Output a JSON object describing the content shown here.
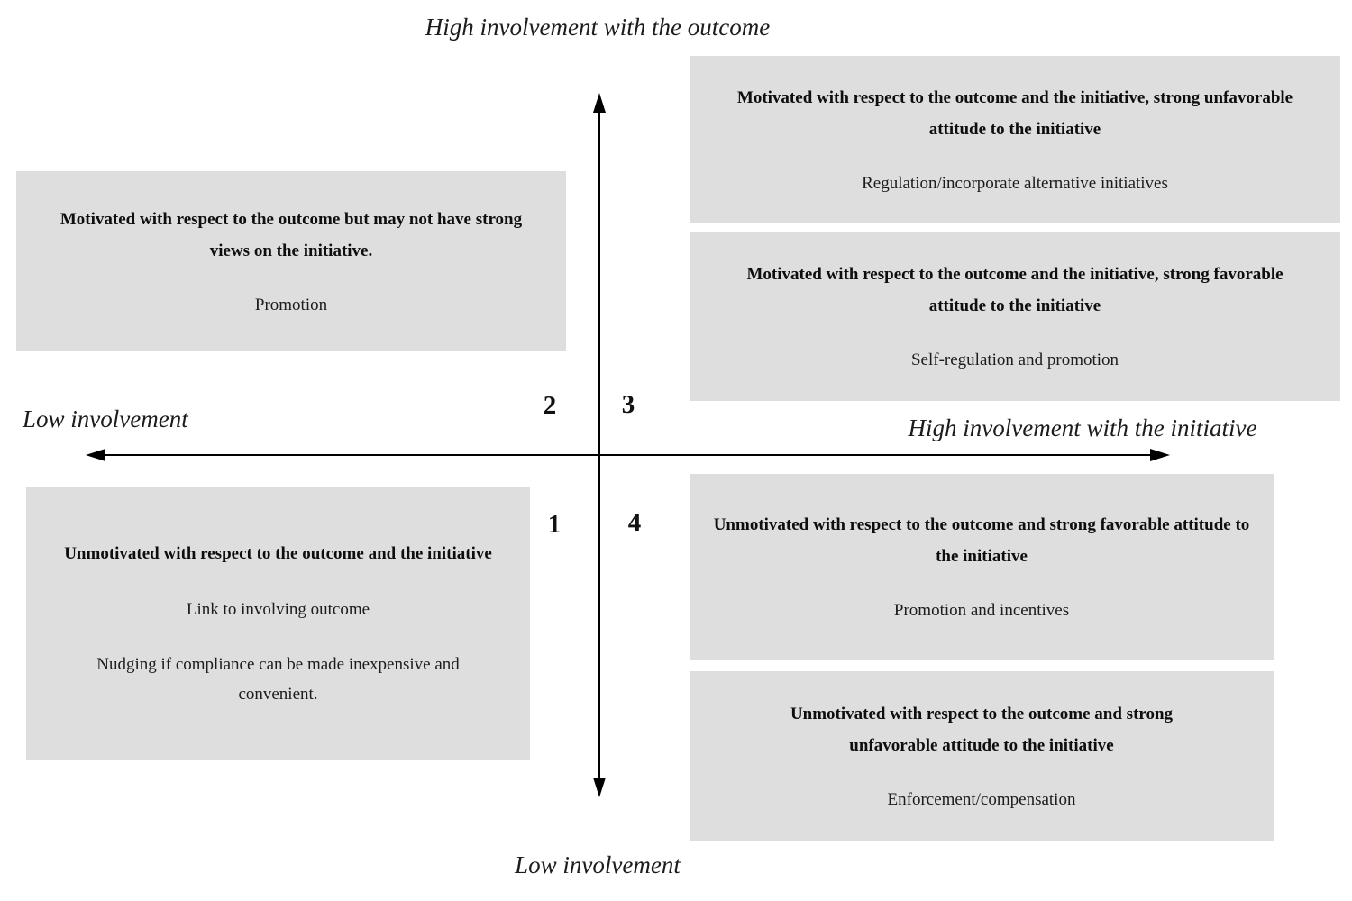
{
  "diagram": {
    "top_axis_label": "High involvement with the outcome",
    "left_axis_label": "Low involvement",
    "right_axis_label": "High involvement with the initiative",
    "bottom_axis_label": "Low involvement",
    "quadrants": {
      "q1": "1",
      "q2": "2",
      "q3": "3",
      "q4": "4"
    },
    "boxes": {
      "top_left": {
        "title": "Motivated with respect to the outcome but may not have strong views on the initiative.",
        "strategy": "Promotion"
      },
      "top_right_upper": {
        "title": "Motivated with respect to the outcome and the initiative, strong unfavorable attitude to the initiative",
        "strategy": "Regulation/incorporate alternative initiatives"
      },
      "top_right_lower": {
        "title": "Motivated with respect to the outcome and the initiative, strong favorable attitude to the initiative",
        "strategy": "Self-regulation and promotion"
      },
      "bottom_left": {
        "title": "Unmotivated with respect to the outcome and the initiative",
        "strategy_1": "Link to involving outcome",
        "strategy_2": "Nudging if compliance can be made inexpensive and convenient."
      },
      "bottom_right_upper": {
        "title": "Unmotivated with respect to the outcome and strong favorable attitude to the initiative",
        "strategy": "Promotion and incentives"
      },
      "bottom_right_lower": {
        "title": "Unmotivated with respect to the outcome and strong unfavorable attitude to the initiative",
        "strategy": "Enforcement/compensation"
      }
    },
    "colors": {
      "box_background": "#dedede",
      "axis": "#000000",
      "text": "#111111",
      "page_background": "#ffffff"
    }
  }
}
